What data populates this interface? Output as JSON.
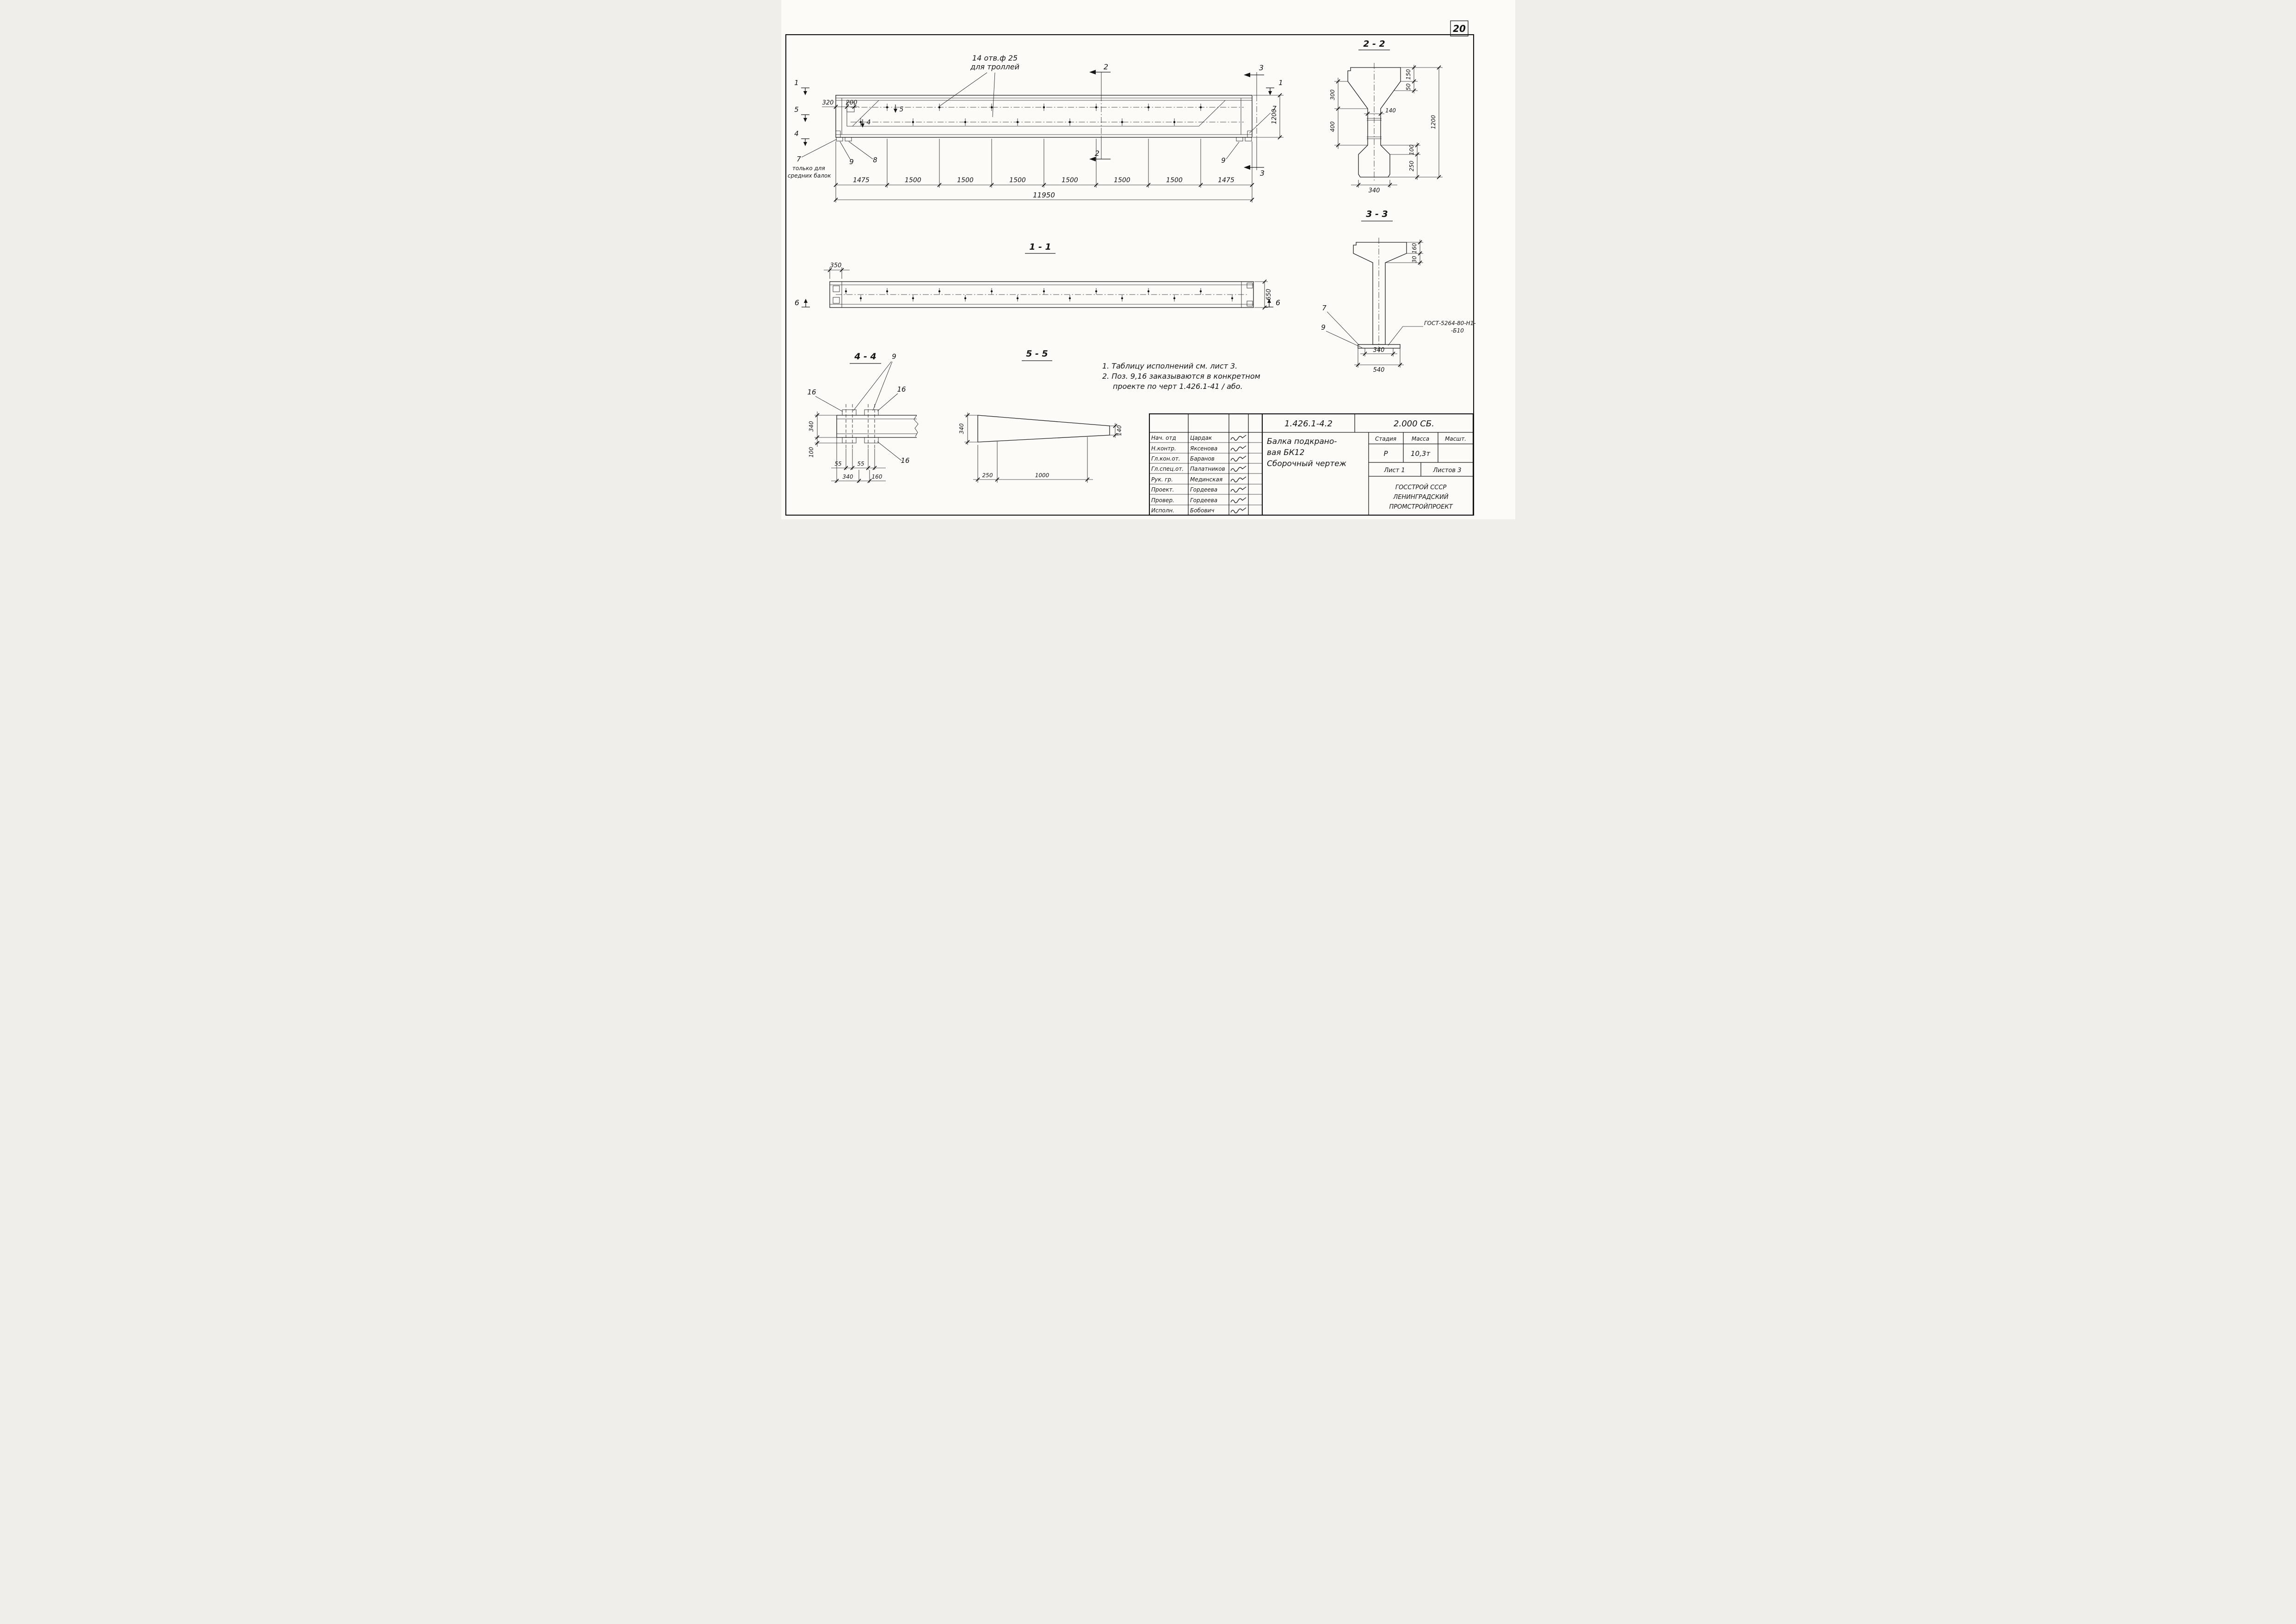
{
  "page_number": "20",
  "elevation": {
    "cut_1_left": "1",
    "cut_5_left": "5",
    "cut_4_left": "4",
    "cut_1_right": "1",
    "cut_2_top": "2",
    "cut_2_bottom": "2",
    "cut_3_top": "3",
    "cut_3_bottom": "3",
    "holes_note_line1": "14 отв.ф 25",
    "holes_note_line2": "для троллей",
    "dim_320": "320",
    "dim_200": "200",
    "dim_1200": "1200",
    "mark_5": "5",
    "mark_4": "4",
    "label_7_right": "7",
    "label_9_right": "9",
    "label_7_left": "7",
    "label_9_left": "9",
    "label_8": "8",
    "left_note_line1": "только для",
    "left_note_line2": "средних балок",
    "seg_dims": [
      "1475",
      "1500",
      "1500",
      "1500",
      "1500",
      "1500",
      "1500",
      "1475"
    ],
    "total_dim": "11950"
  },
  "section22": {
    "title": "2 - 2",
    "dim_300": "300",
    "dim_400": "400",
    "dim_140": "140",
    "dim_150": "150",
    "dim_50": "50",
    "dim_100": "100",
    "dim_250": "250",
    "dim_1200": "1200",
    "dim_340": "340"
  },
  "section11": {
    "title": "1 - 1",
    "dim_350": "350",
    "dim_650": "650",
    "cut_6_left": "6",
    "cut_6_right": "6"
  },
  "section33": {
    "title": "3 - 3",
    "dim_160": "160",
    "dim_30": "30",
    "dim_340": "340",
    "dim_540": "540",
    "label_7": "7",
    "label_9": "9",
    "weld_note_line1": "ГОСТ-5264-80-Н1-",
    "weld_note_line2": "-Б10"
  },
  "section44": {
    "title": "4 - 4",
    "label_9": "9",
    "label_16_a": "16",
    "label_16_b": "16",
    "label_16_c": "16",
    "dim_340_v": "340",
    "dim_100": "100",
    "dim_55_a": "55",
    "dim_55_b": "55",
    "dim_340_h": "340",
    "dim_160": "160"
  },
  "section55": {
    "title": "5 - 5",
    "dim_340": "340",
    "dim_140": "140",
    "dim_250": "250",
    "dim_1000": "1000"
  },
  "notes": {
    "line1": "1. Таблицу исполнений  см. лист 3.",
    "line2": "2. Поз. 9,16 заказываются в конкретном",
    "line3": "проекте по черт 1.426.1-41 / або."
  },
  "title_block": {
    "doc_number": "1.426.1-4.2",
    "doc_code": "2.000 СБ.",
    "title_line1": "Балка подкрано-",
    "title_line2": "вая  БК12",
    "title_line3": "Сборочный  чертеж",
    "col_stage": "Стадия",
    "col_mass": "Масса",
    "col_scale": "Масшт.",
    "stage_value": "Р",
    "mass_value": "10,3т",
    "scale_value": "",
    "sheet": "Лист 1",
    "sheets": "Листов 3",
    "org_line1": "ГОССТРОЙ СССР",
    "org_line2": "ЛЕНИНГРАДСКИЙ",
    "org_line3": "ПРОМСТРОЙПРОЕКТ",
    "roles": [
      {
        "role": "Нач. отд",
        "name": "Цардак"
      },
      {
        "role": "Н.контр.",
        "name": "Яксенова"
      },
      {
        "role": "Гл.кон.от.",
        "name": "Баранов"
      },
      {
        "role": "Гл.спец.от.",
        "name": "Палатников"
      },
      {
        "role": "Рук. гр.",
        "name": "Мединская"
      },
      {
        "role": "Проект.",
        "name": "Гордеева"
      },
      {
        "role": "Провер.",
        "name": "Гордеева"
      },
      {
        "role": "Исполн.",
        "name": "Бобович"
      }
    ]
  }
}
